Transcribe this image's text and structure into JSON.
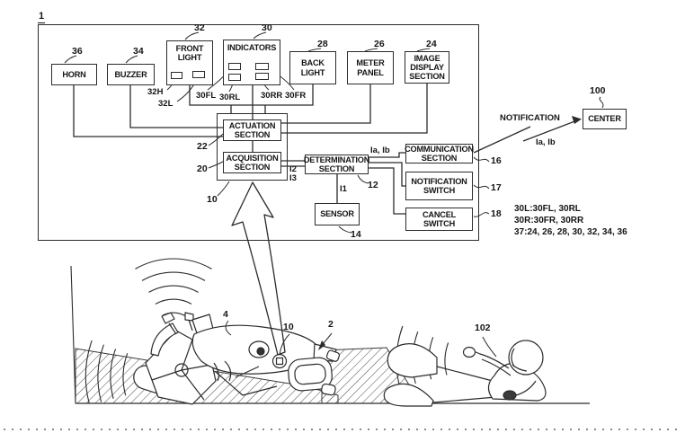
{
  "diagram": {
    "system_ref": "1",
    "blocks": {
      "horn": {
        "label": "HORN",
        "ref": "36"
      },
      "buzzer": {
        "label": "BUZZER",
        "ref": "34"
      },
      "front_light": {
        "label": "FRONT LIGHT",
        "ref": "32",
        "sub_refs": [
          "32H",
          "32L"
        ]
      },
      "indicators": {
        "label": "INDICATORS",
        "ref": "30",
        "sub_refs": [
          "30FL",
          "30RL",
          "30RR",
          "30FR"
        ]
      },
      "back_light": {
        "label": "BACK LIGHT",
        "ref": "28"
      },
      "meter_panel": {
        "label": "METER PANEL",
        "ref": "26"
      },
      "image_display": {
        "label": "IMAGE DISPLAY SECTION",
        "ref": "24"
      },
      "control_unit": {
        "ref": "10"
      },
      "actuation": {
        "label": "ACTUATION SECTION",
        "ref": "22"
      },
      "acquisition": {
        "label": "ACQUISITION SECTION",
        "ref": "20"
      },
      "determination": {
        "label": "DETERMINATION SECTION",
        "ref": "12"
      },
      "sensor": {
        "label": "SENSOR",
        "ref": "14"
      },
      "communication": {
        "label": "COMMUNICATION SECTION",
        "ref": "16"
      },
      "notification_switch": {
        "label": "NOTIFICATION SWITCH",
        "ref": "17"
      },
      "cancel_switch": {
        "label": "CANCEL SWITCH",
        "ref": "18"
      },
      "center": {
        "label": "CENTER",
        "ref": "100"
      }
    },
    "signals": {
      "i1": "I1",
      "i2": "I2",
      "i3": "I3",
      "ia_ib": "Ia, Ib",
      "notification": "NOTIFICATION"
    },
    "legend": {
      "line1": "30L:30FL, 30RL",
      "line2": "30R:30FR, 30RR",
      "line3": "37:24, 26, 28, 30, 32, 34, 36"
    },
    "scene": {
      "body_ref": "4",
      "unit_ref": "10",
      "motorcycle_ref": "2",
      "rider_ref": "102"
    }
  }
}
